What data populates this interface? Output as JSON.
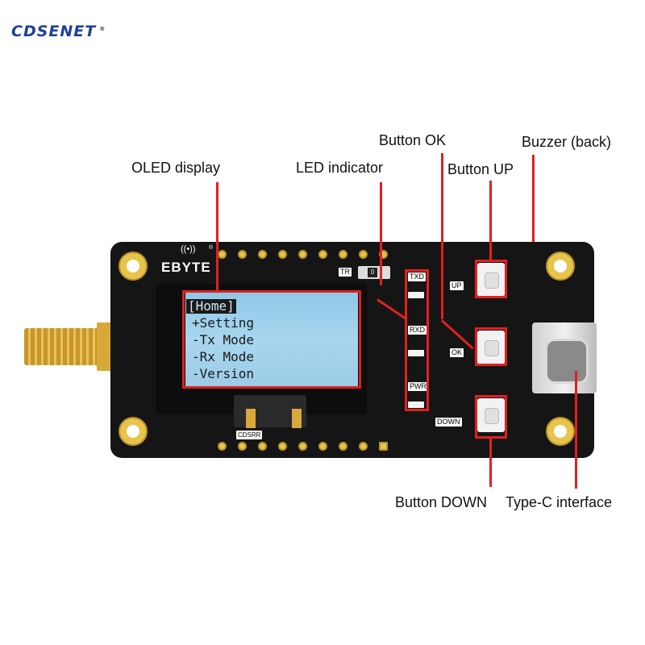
{
  "brand": {
    "name": "CDSENET",
    "reg": "®"
  },
  "callouts": {
    "oled": "OLED display",
    "led": "LED indicator",
    "ok": "Button OK",
    "up": "Button UP",
    "buzzer": "Buzzer (back)",
    "down": "Button DOWN",
    "typec": "Type-C interface"
  },
  "board": {
    "logo": "EBYTE",
    "logo_reg": "®",
    "switch_label": "TR",
    "switch_value": "0",
    "led_labels": [
      "TXD",
      "RXD",
      "PWR"
    ],
    "button_labels": {
      "up": "UP",
      "ok": "OK",
      "down": "DOWN"
    },
    "fpc_text": "CDSRR"
  },
  "oled_menu": [
    {
      "text": "[Home]",
      "selected": true
    },
    {
      "text": "+Setting",
      "selected": false
    },
    {
      "text": "-Tx Mode",
      "selected": false
    },
    {
      "text": "-Rx Mode",
      "selected": false
    },
    {
      "text": "-Version",
      "selected": false
    }
  ],
  "colors": {
    "callout": "#e12020",
    "board": "#151515",
    "gold": "#e7c44a",
    "brand": "#1f3f9a"
  }
}
